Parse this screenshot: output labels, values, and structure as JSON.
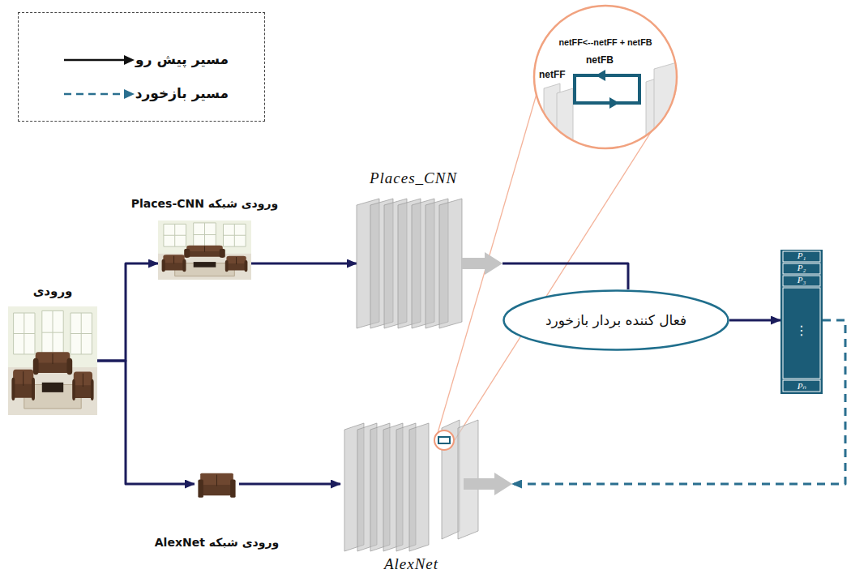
{
  "diagram": {
    "nodes": [
      {
        "text": [
          "ورودی"
        ]
      },
      {
        "text": [
          "ورودی شبکه Places-CNN"
        ]
      },
      {
        "text": [
          "ورودی شبکه AlexNet"
        ]
      },
      {
        "text": [
          "Places_CNN"
        ]
      },
      {
        "text": [
          "AlexNet"
        ]
      },
      {
        "text": [
          "فعال کننده بردار بازخورد"
        ]
      },
      {
        "text": [
          "P₁",
          "P₂",
          "P₃",
          "⋮",
          "Pₙ"
        ]
      },
      {
        "text": [
          "netFF<--netFF + netFB",
          "netFB",
          "netFF"
        ]
      }
    ],
    "edges": [
      {
        "from": 0,
        "to": 1,
        "arrow": "to"
      },
      {
        "from": 0,
        "to": 2,
        "arrow": "to"
      },
      {
        "from": 1,
        "to": 3,
        "arrow": "to"
      },
      {
        "from": 2,
        "to": 4,
        "arrow": "to"
      },
      {
        "from": 3,
        "to": 5,
        "arrow": "none"
      },
      {
        "from": 5,
        "to": 6,
        "arrow": "to"
      },
      {
        "from": 6,
        "to": 4,
        "arrow": "to"
      }
    ],
    "legend": [
      {
        "text": "مسیر پیش رو"
      },
      {
        "text": "مسیر بازخورد"
      }
    ]
  }
}
